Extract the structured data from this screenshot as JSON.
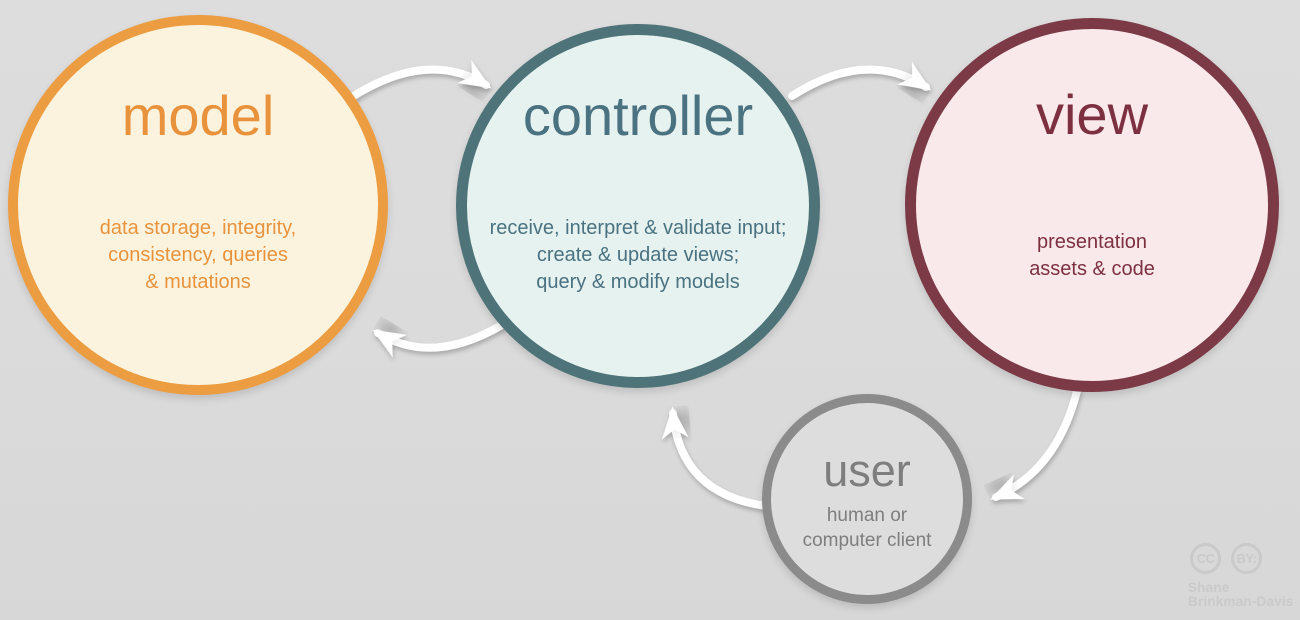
{
  "background_color": "#DBDBDB",
  "nodes": {
    "model": {
      "label": "model",
      "description_lines": [
        "data storage, integrity,",
        "consistency, queries",
        "& mutations"
      ],
      "border_color": "#EC9C41",
      "fill_color": "#FCF3DF",
      "text_color": "#E8933C"
    },
    "controller": {
      "label": "controller",
      "description_lines": [
        "receive, interpret & validate input;",
        "create & update views;",
        "query & modify models"
      ],
      "border_color": "#4E7378",
      "fill_color": "#E6F2F0",
      "text_color": "#4A7280"
    },
    "view": {
      "label": "view",
      "description_lines": [
        "presentation",
        "assets & code"
      ],
      "border_color": "#7B3A46",
      "fill_color": "#FAE9EB",
      "text_color": "#7C3040"
    },
    "user": {
      "label": "user",
      "description_lines": [
        "human or",
        "computer client"
      ],
      "border_color": "#8B8B8B",
      "fill_color": "#DDDDDD",
      "text_color": "#7E7E7E"
    }
  },
  "arrows": {
    "color": "#FFFFFF",
    "connections": [
      {
        "from": "model",
        "to": "controller"
      },
      {
        "from": "controller",
        "to": "view"
      },
      {
        "from": "controller",
        "to": "model"
      },
      {
        "from": "view",
        "to": "user"
      },
      {
        "from": "user",
        "to": "controller"
      }
    ]
  },
  "attribution": {
    "cc_badge": "CC",
    "by_badge": "BY:",
    "author_line1": "Shane",
    "author_line2": "Brinkman-Davis",
    "color": "#CACACA"
  }
}
